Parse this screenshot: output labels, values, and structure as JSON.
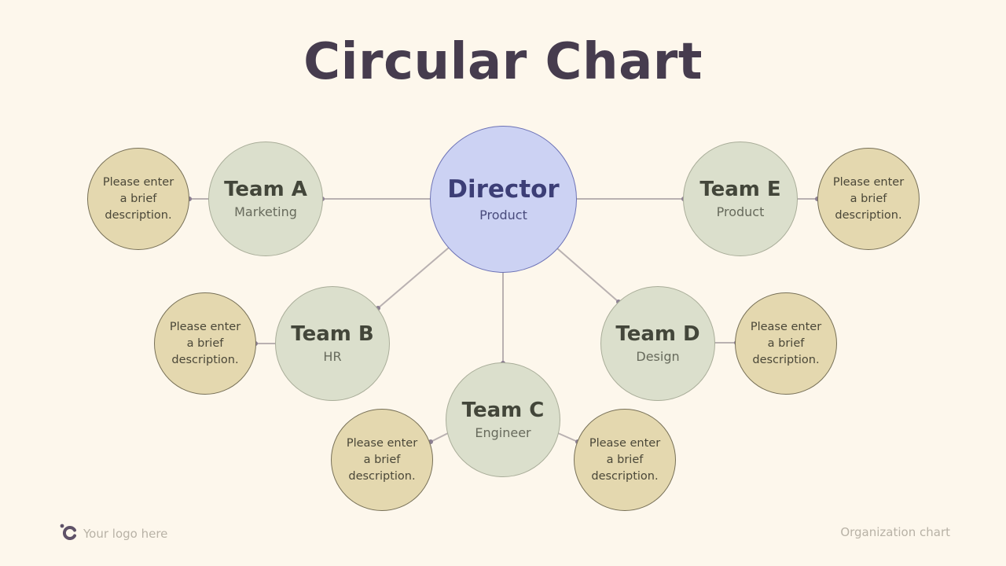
{
  "title": "Circular Chart",
  "director": {
    "name": "Director",
    "dept": "Product"
  },
  "teams": [
    {
      "name": "Team A",
      "dept": "Marketing"
    },
    {
      "name": "Team B",
      "dept": "HR"
    },
    {
      "name": "Team C",
      "dept": "Engineer"
    },
    {
      "name": "Team D",
      "dept": "Design"
    },
    {
      "name": "Team E",
      "dept": "Product"
    }
  ],
  "description_placeholder": "Please enter\na brief\ndescription.",
  "footer": {
    "logo_text": "Your logo here",
    "label": "Organization chart"
  },
  "colors": {
    "background": "#fdf7ec",
    "director_fill": "#ccd2f3",
    "team_fill": "#dbdfcc",
    "description_fill": "#e4d8af",
    "connector": "#b9b1b1",
    "title": "#463c4e"
  }
}
